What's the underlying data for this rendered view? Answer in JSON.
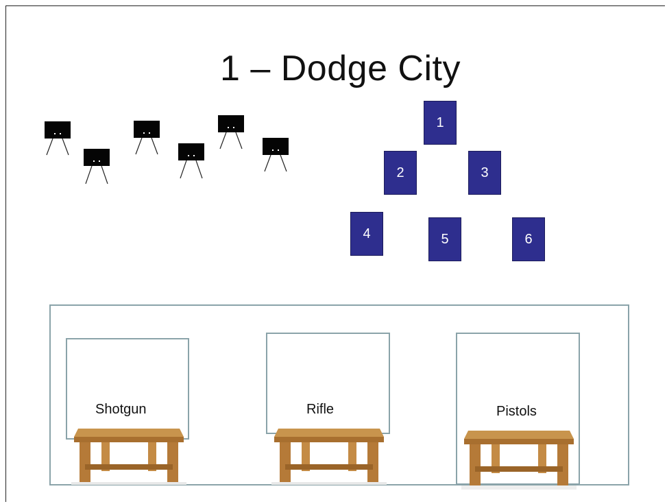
{
  "slide": {
    "title": "1 – Dodge City"
  },
  "targets": [
    {
      "name": "target-1"
    },
    {
      "name": "target-2"
    },
    {
      "name": "target-3"
    },
    {
      "name": "target-4"
    },
    {
      "name": "target-5"
    },
    {
      "name": "target-6"
    }
  ],
  "positions": [
    {
      "label": "1"
    },
    {
      "label": "2"
    },
    {
      "label": "3"
    },
    {
      "label": "4"
    },
    {
      "label": "5"
    },
    {
      "label": "6"
    }
  ],
  "stations": [
    {
      "label": "Shotgun"
    },
    {
      "label": "Rifle"
    },
    {
      "label": "Pistols"
    }
  ],
  "colors": {
    "position_box": "#2e2e8e",
    "station_border": "#8aa3a9",
    "target": "#050505"
  }
}
